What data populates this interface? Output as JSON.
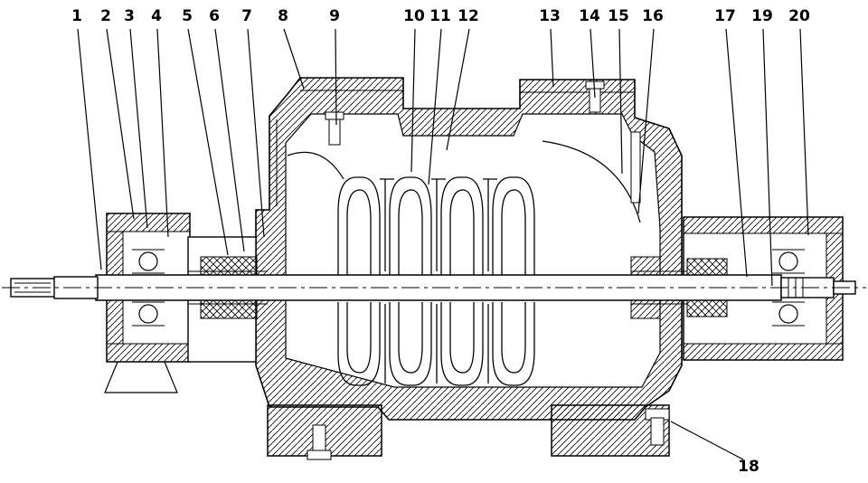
{
  "figure": {
    "description": "sectional cutaway drawing of a multistage centrifugal pump",
    "colors": {
      "line": "#000000",
      "background": "#ffffff"
    },
    "callouts": [
      {
        "label": "1"
      },
      {
        "label": "2"
      },
      {
        "label": "3"
      },
      {
        "label": "4"
      },
      {
        "label": "5"
      },
      {
        "label": "6"
      },
      {
        "label": "7"
      },
      {
        "label": "8"
      },
      {
        "label": "9"
      },
      {
        "label": "10"
      },
      {
        "label": "11"
      },
      {
        "label": "12"
      },
      {
        "label": "13"
      },
      {
        "label": "14"
      },
      {
        "label": "15"
      },
      {
        "label": "16"
      },
      {
        "label": "17"
      },
      {
        "label": "18"
      },
      {
        "label": "19"
      },
      {
        "label": "20"
      }
    ]
  }
}
